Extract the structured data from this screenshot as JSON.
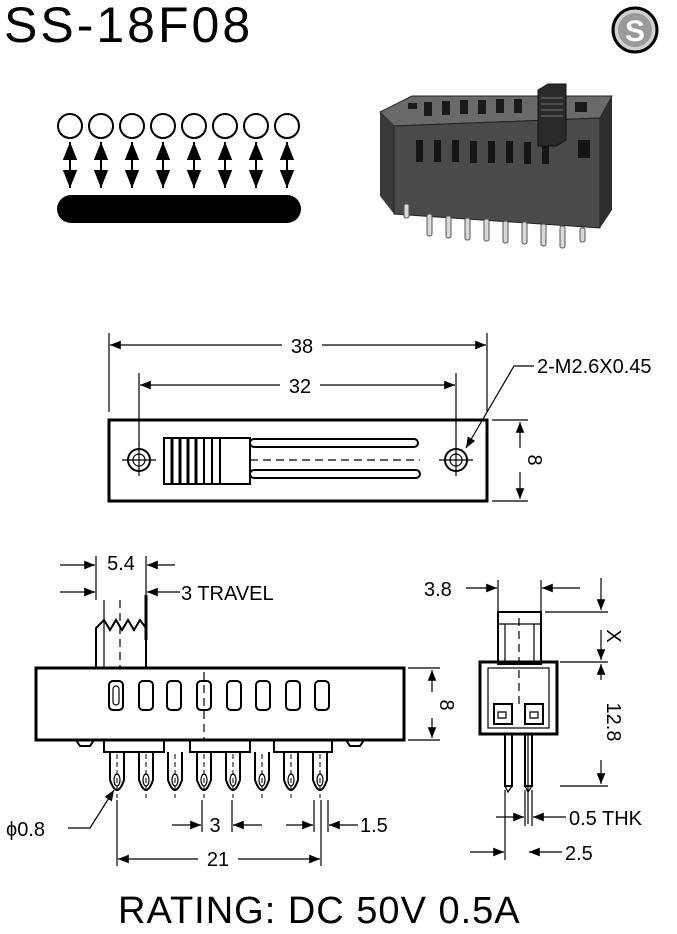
{
  "title": "SS-18F08",
  "logo_letter": "S",
  "rating": "RATING: DC 50V 0.5A",
  "icons": [
    "s-logo-icon",
    "switch-schematic-icon",
    "switch-photo-icon"
  ],
  "dimensions": {
    "overall_length": "38",
    "mount_pitch": "32",
    "mount_holes": "2-M2.6X0.45",
    "top_height": "8",
    "actuator_width": "5.4",
    "travel": "3 TRAVEL",
    "side_height": "8",
    "pin_diameter": "ϕ0.8",
    "pin_pitch": "3",
    "pin_width": "1.5",
    "pin_span": "21",
    "end_actuator": "3.8",
    "actuator_height": "X",
    "body_height": "12.8",
    "thickness": "0.5 THK",
    "pin_offset": "2.5"
  }
}
